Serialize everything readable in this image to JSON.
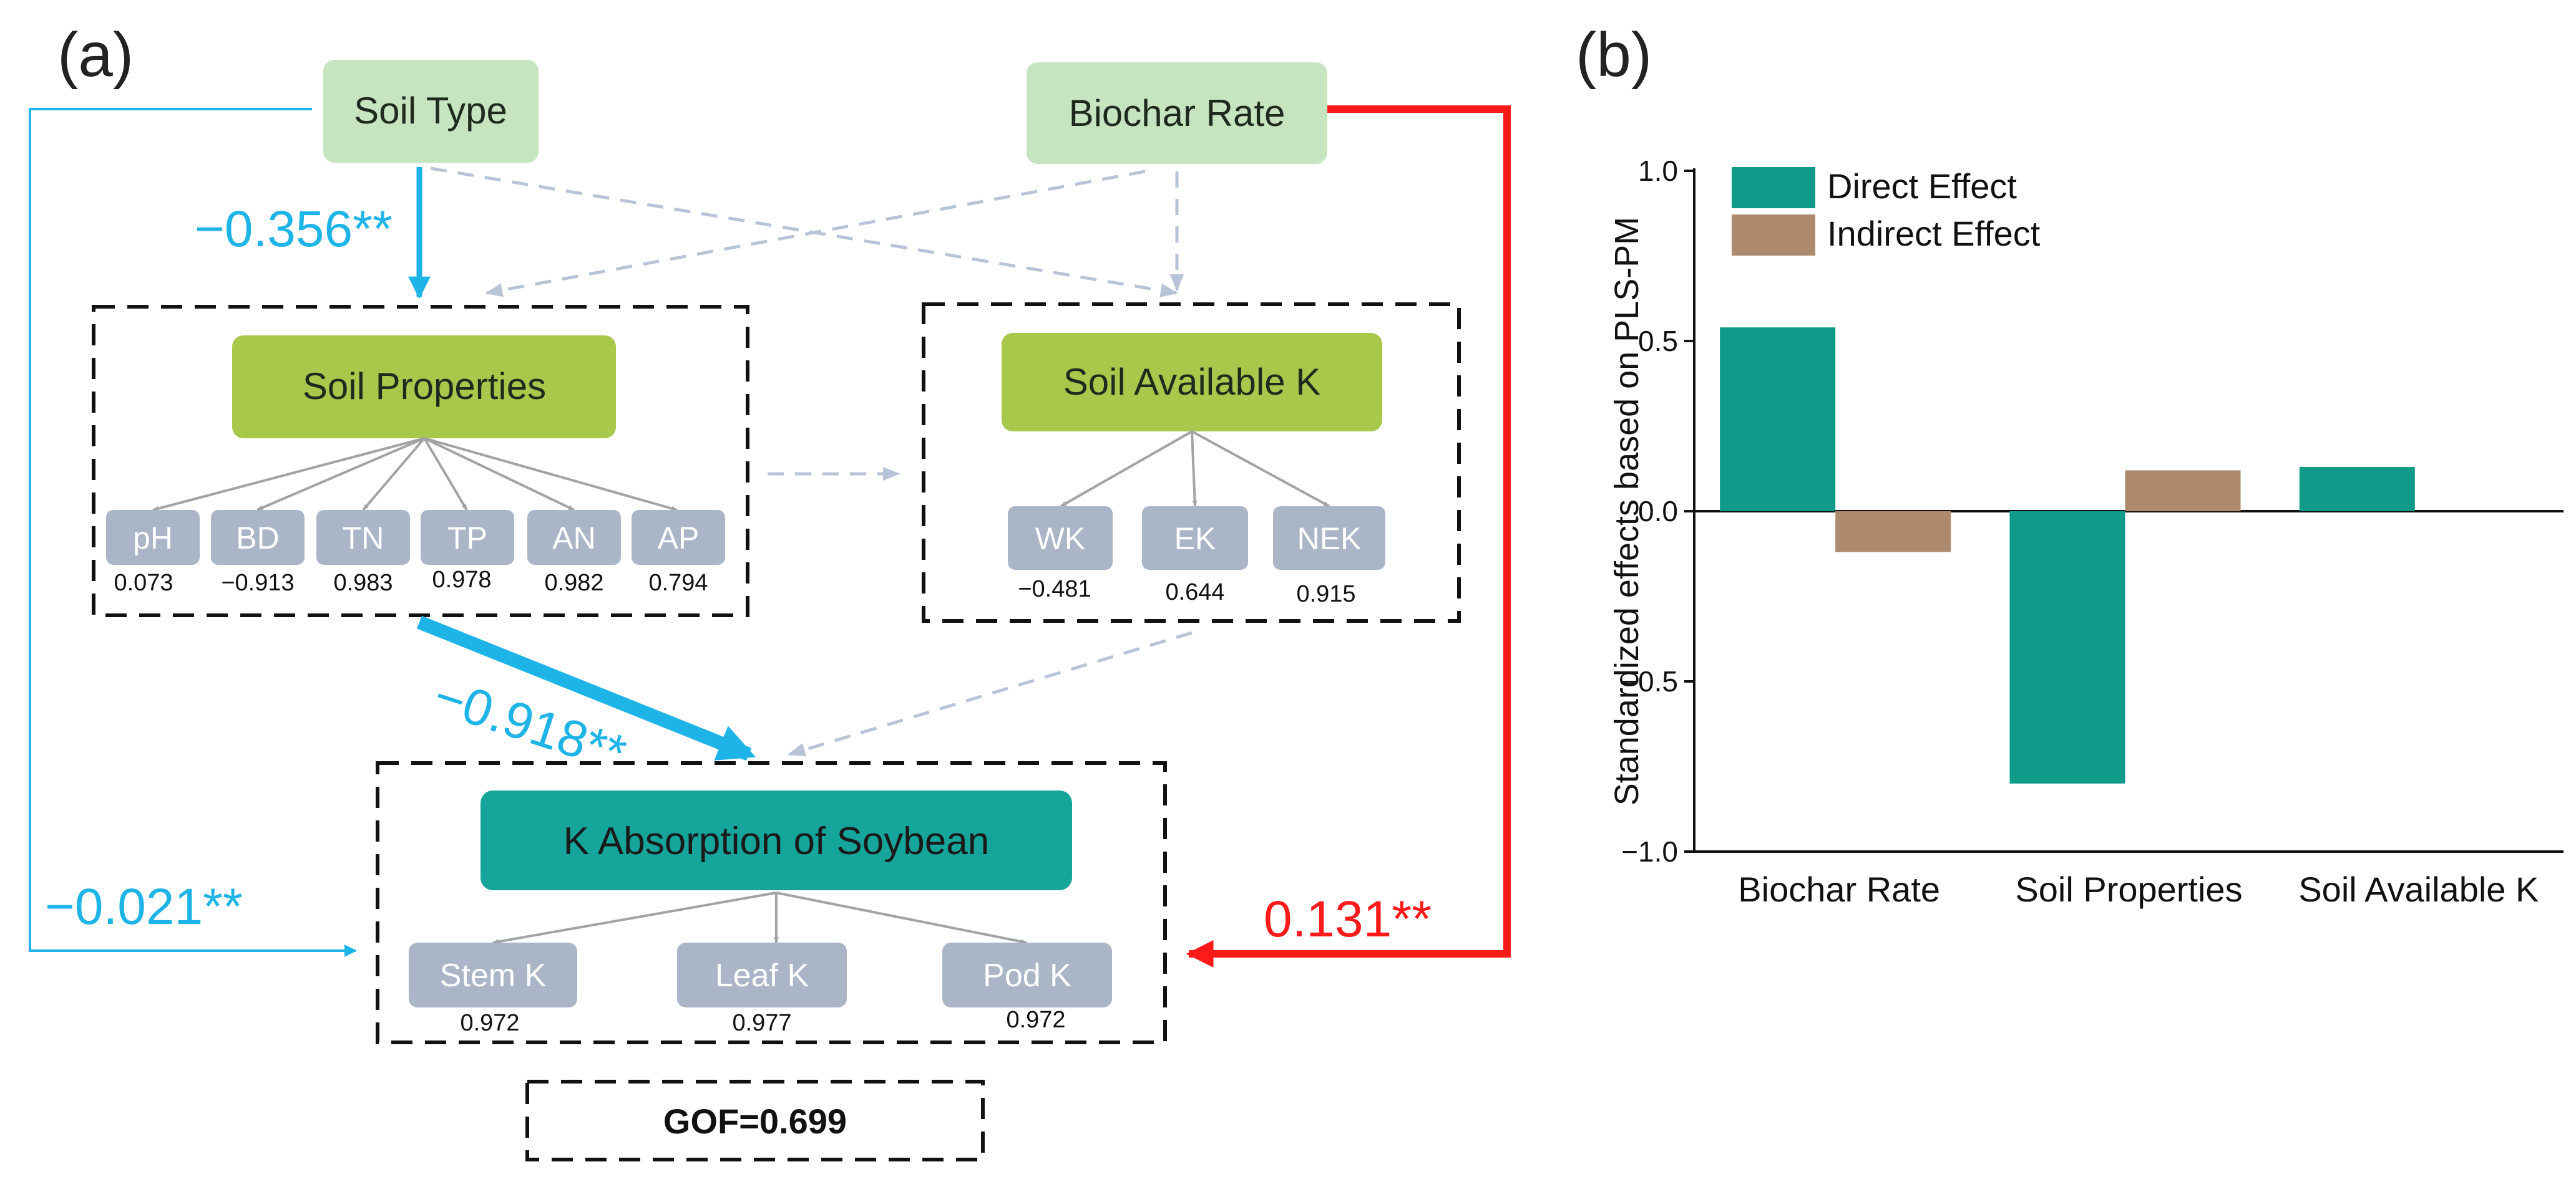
{
  "panel_a": {
    "panel_label": "(a)",
    "nodes": {
      "soil_type": "Soil Type",
      "biochar_rate": "Biochar Rate",
      "soil_properties": "Soil Properties",
      "soil_available_k": "Soil Available K",
      "k_absorption": "K Absorption of Soybean"
    },
    "soil_properties_indicators": [
      {
        "label": "pH",
        "loading": "0.073"
      },
      {
        "label": "BD",
        "loading": "−0.913"
      },
      {
        "label": "TN",
        "loading": "0.983"
      },
      {
        "label": "TP",
        "loading": "0.978"
      },
      {
        "label": "AN",
        "loading": "0.982"
      },
      {
        "label": "AP",
        "loading": "0.794"
      }
    ],
    "soil_available_k_indicators": [
      {
        "label": "WK",
        "loading": "−0.481"
      },
      {
        "label": "EK",
        "loading": "0.644"
      },
      {
        "label": "NEK",
        "loading": "0.915"
      }
    ],
    "k_absorption_indicators": [
      {
        "label": "Stem K",
        "loading": "0.972"
      },
      {
        "label": "Leaf K",
        "loading": "0.977"
      },
      {
        "label": "Pod K",
        "loading": "0.972"
      }
    ],
    "path_coefficients": {
      "soil_type_to_soil_properties": "−0.356**",
      "soil_properties_to_k_absorption": "−0.918**",
      "soil_type_to_k_absorption": "−0.021**",
      "biochar_rate_to_k_absorption": "0.131**"
    },
    "gof": "GOF=0.699",
    "colors": {
      "soil_type_box": "#c6e4bf",
      "latent_box": "#a7c84a",
      "k_absorption_box": "#15a59b",
      "indicator_box": "#aab5c8",
      "negative_path": "#1fb4e8",
      "positive_path": "#ff1a1a",
      "nonsignificant_path": "#b7c3d6"
    }
  },
  "panel_b": {
    "panel_label": "(b)"
  },
  "chart_data": {
    "type": "bar",
    "categories": [
      "Biochar Rate",
      "Soil Properties",
      "Soil Available K"
    ],
    "series": [
      {
        "name": "Direct Effect",
        "color": "#0f9a8a",
        "values": [
          0.54,
          -0.8,
          0.13
        ]
      },
      {
        "name": "Indirect Effect",
        "color": "#ad8a6e",
        "values": [
          -0.12,
          0.12,
          null
        ]
      }
    ],
    "ylabel": "Standardized effects based on PLS-PM",
    "xlabel": "",
    "ylim": [
      -1.0,
      1.0
    ],
    "yticks": [
      -1.0,
      -0.5,
      0.0,
      0.5,
      1.0
    ],
    "ytick_labels": [
      "−1.0",
      "−0.5",
      "0.0",
      "0.5",
      "1.0"
    ],
    "grid": false,
    "legend_position": "top-left"
  }
}
